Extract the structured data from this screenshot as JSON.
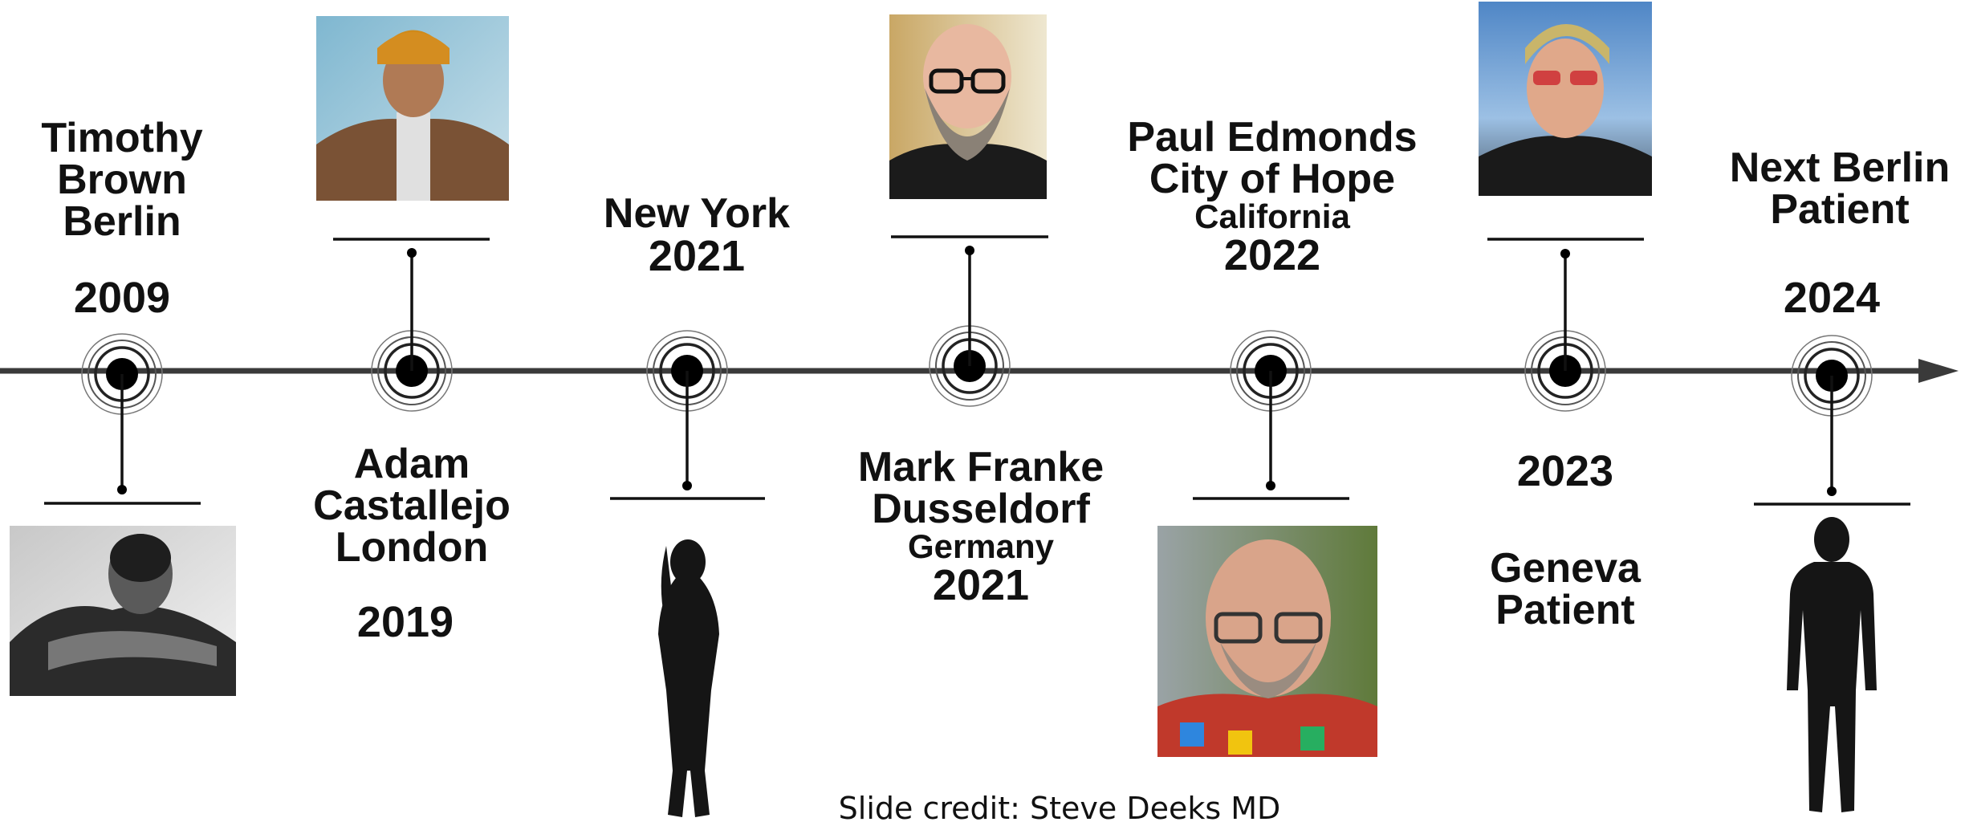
{
  "colors": {
    "line": "#3a3a3a",
    "dot": "#000000",
    "text": "#111111",
    "ring": "#555555"
  },
  "timeline": {
    "events": [
      {
        "id": "timothy",
        "name_lines": [
          "Timothy",
          "Brown",
          "Berlin"
        ],
        "year": "2009",
        "icon": "portrait-photo-bw"
      },
      {
        "id": "adam",
        "name_lines": [
          "Adam",
          "Castallejo",
          "London"
        ],
        "year": "2019",
        "icon": "portrait-photo"
      },
      {
        "id": "newyork",
        "name_lines": [
          "New York",
          "2021"
        ],
        "icon": "woman-silhouette-icon"
      },
      {
        "id": "mark",
        "name_lines": [
          "Mark Franke",
          "Dusseldorf"
        ],
        "sub": "Germany",
        "year": "2021",
        "icon": "portrait-photo"
      },
      {
        "id": "paul",
        "name_lines": [
          "Paul Edmonds",
          "City of Hope"
        ],
        "sub": "California",
        "year": "2022",
        "icon": "portrait-photo"
      },
      {
        "id": "geneva",
        "name_lines": [
          "Geneva",
          "Patient"
        ],
        "year": "2023",
        "icon": "portrait-photo"
      },
      {
        "id": "next",
        "name_lines": [
          "Next Berlin",
          "Patient"
        ],
        "year": "2024",
        "icon": "man-silhouette-icon"
      }
    ]
  },
  "credit": "Slide credit: Steve Deeks MD"
}
